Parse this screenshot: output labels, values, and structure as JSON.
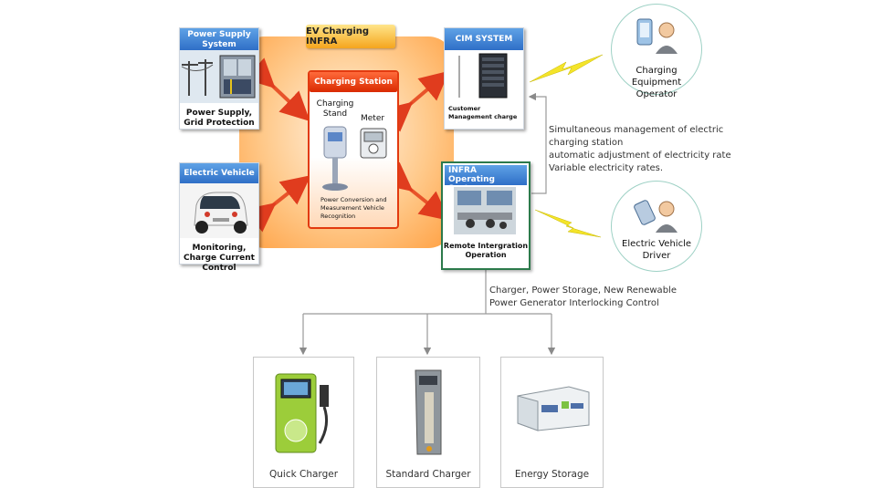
{
  "diagram": {
    "ev_infra_title": "EV Charging INFRA",
    "power_supply": {
      "title": "Power Supply System",
      "caption": "Power Supply, Grid Protection"
    },
    "electric_vehicle": {
      "title": "Electric Vehicle",
      "caption": "Monitoring, Charge Current Control"
    },
    "charging_station": {
      "title": "Charging Station",
      "stand_label": "Charging Stand",
      "meter_label": "Meter",
      "functions": "Power Conversion and Measurement Vehicle Recognition"
    },
    "cim_system": {
      "title": "CIM SYSTEM",
      "caption": "Customer Management charge"
    },
    "infra_operating": {
      "title": "INFRA Operating System",
      "caption": "Remote Intergration Operation"
    },
    "operator": {
      "label": "Charging Equipment Operator"
    },
    "driver": {
      "label": "Electric Vehicle Driver"
    },
    "management_note": "Simultaneous management of electric\ncharging station\nautomatic adjustment of electricity rate\nVariable electricity rates.",
    "interlock_note": "Charger, Power Storage, New Renewable\nPower Generator Interlocking Control",
    "products": [
      {
        "label": "Quick Charger"
      },
      {
        "label": "Standard Charger"
      },
      {
        "label": "Energy Storage"
      }
    ]
  },
  "colors": {
    "infra_orange": "#ff9f40",
    "title_blue": "#2f6fc7",
    "station_red": "#d92a00",
    "infra_green_border": "#2c7a4b",
    "circle_border": "#9ed1c5",
    "lightning_yellow": "#f4e42a"
  }
}
